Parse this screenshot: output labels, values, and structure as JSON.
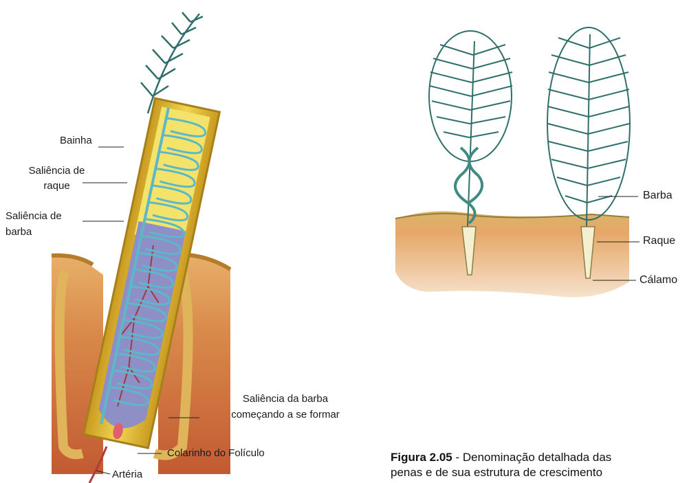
{
  "left_diagram": {
    "labels": {
      "bainha": "Bainha",
      "saliencia_raque_1": "Saliência de",
      "saliencia_raque_2": "raque",
      "saliencia_barba_1": "Saliência de",
      "saliencia_barba_2": "barba",
      "saliencia_formar_1": "Saliência da barba",
      "saliencia_formar_2": "começando a se formar",
      "colarinho": "Colarinho do Folículo",
      "arteria": "Artéria"
    }
  },
  "right_diagram": {
    "labels": {
      "barba": "Barba",
      "raque": "Raque",
      "calamo": "Cálamo"
    }
  },
  "caption": {
    "bold": "Figura 2.05",
    "line1": " - Denominação detalhada das",
    "line2": "penas e de sua estrutura de crescimento"
  },
  "colors": {
    "feather": "#2f6f6a",
    "sheath": "#e7c43a",
    "pulp": "#8f8fc8",
    "skin": "#d98a4a",
    "dermis": "#c8643a"
  }
}
